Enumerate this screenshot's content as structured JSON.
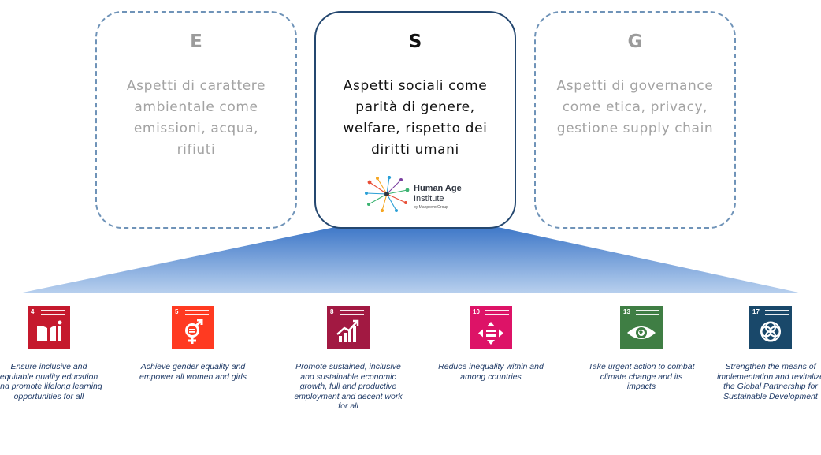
{
  "pillars": {
    "e": {
      "letter": "E",
      "description": "Aspetti di carattere ambientale come emissioni, acqua, rifiuti"
    },
    "s": {
      "letter": "S",
      "description": "Aspetti sociali come parità di genere, welfare, rispetto dei diritti umani"
    },
    "g": {
      "letter": "G",
      "description": "Aspetti di governance come etica, privacy, gestione supply chain"
    }
  },
  "logo": {
    "name_line1": "Human Age",
    "name_line2": "Institute",
    "byline": "by ManpowerGroup"
  },
  "goals": [
    {
      "number": "4",
      "color": "#c5192d",
      "icon": "open-book-icon",
      "caption": "Ensure inclusive and equitable quality education and promote lifelong learning opportunities for all"
    },
    {
      "number": "5",
      "color": "#ff3a21",
      "icon": "gender-symbol-icon",
      "caption": "Achieve gender equality and empower all women and girls"
    },
    {
      "number": "8",
      "color": "#a21942",
      "icon": "growth-chart-icon",
      "caption": "Promote sustained, inclusive and sustainable economic growth, full and productive employment and decent work for all"
    },
    {
      "number": "10",
      "color": "#dd1367",
      "icon": "equality-arrows-icon",
      "caption": "Reduce inequality within and among countries"
    },
    {
      "number": "13",
      "color": "#3f7e44",
      "icon": "eye-globe-icon",
      "caption": "Take urgent action to combat climate change and its impacts"
    },
    {
      "number": "17",
      "color": "#19486a",
      "icon": "linked-rings-icon",
      "caption": "Strengthen the means of implementation and revitalize the Global Partnership for Sustainable Development"
    }
  ],
  "colors": {
    "triangle_top": "#3f78c8",
    "triangle_bottom": "#b8d0ee",
    "dashed_border": "#6f93b8",
    "solid_border": "#24476f",
    "caption_text": "#1f3a66"
  }
}
